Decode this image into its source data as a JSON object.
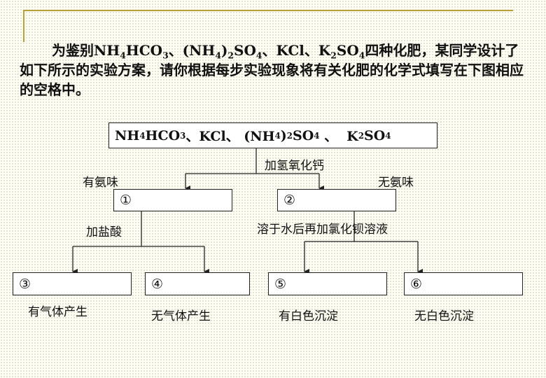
{
  "intro": {
    "t1": "为鉴别NH",
    "s1": "4",
    "t2": "HCO",
    "s2": "3",
    "t3": "、(NH",
    "s3": "4",
    "t4": ")",
    "s4": "2",
    "t5": "SO",
    "s5": "4",
    "t6": "、KCl、K",
    "s6": "2",
    "t7": "SO",
    "s7": "4",
    "t8": "四种化肥，某同学设计了如下所示的实验方案，请你根据每步实验现象将有关化肥的化学式填写在下图相应的空格中。"
  },
  "top_box": {
    "t1": "NH",
    "s1": "4",
    "t2": "HCO",
    "s2": "3",
    "t3": "、KCl、 (NH",
    "s3": "4",
    "t4": ")",
    "s4": "2",
    "t5": "SO",
    "s5": "4",
    "t6": " 、  K",
    "s6": "2",
    "t7": "SO",
    "s7": "4"
  },
  "steps": {
    "add_reagent_1": "加氢氧化钙",
    "ammonia_smell": "有氨味",
    "no_ammonia_smell": "无氨味",
    "add_reagent_2": "加盐酸",
    "add_reagent_3": "溶于水后再加氯化钡溶液"
  },
  "boxes": {
    "b1": "①",
    "b2": "②",
    "b3": "③",
    "b4": "④",
    "b5": "⑤",
    "b6": "⑥"
  },
  "results": {
    "r3": "有气体产生",
    "r4": "无气体产生",
    "r5": "有白色沉淀",
    "r6": "无白色沉淀"
  }
}
